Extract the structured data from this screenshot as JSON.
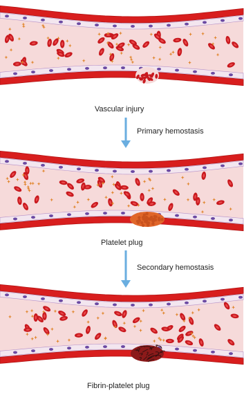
{
  "stages": [
    {
      "label": "Vascular injury"
    },
    {
      "label": "Platelet plug"
    },
    {
      "label": "Fibrin-platelet plug"
    }
  ],
  "steps": [
    {
      "label": "Primary hemostasis"
    },
    {
      "label": "Secondary hemostasis"
    }
  ],
  "colors": {
    "vessel_wall": "#d81e1e",
    "vessel_wall_dark": "#b31212",
    "lumen": "#f6dada",
    "endothelium": "#f3e6ef",
    "endothelium_nucleus": "#6b4aa3",
    "red_cell": "#c8191e",
    "red_cell_center": "#e9484a",
    "platelet": "#e0842a",
    "platelet_plug": "#e0662a",
    "fibrin": "#3a1010",
    "arrow": "#6aaee0"
  }
}
